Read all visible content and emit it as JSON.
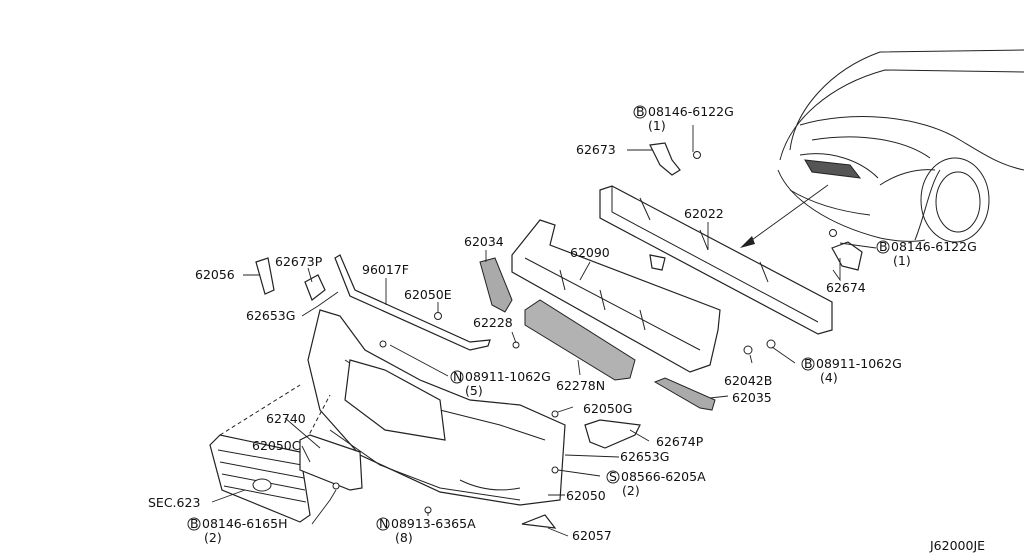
{
  "diagram_code": "J62000JE",
  "parts": [
    {
      "id": "p1",
      "label": "08146-6122G",
      "circled": "B",
      "qty": "(1)"
    },
    {
      "id": "p2",
      "label": "62673"
    },
    {
      "id": "p3",
      "label": "62022"
    },
    {
      "id": "p4",
      "label": "62034"
    },
    {
      "id": "p5",
      "label": "62090"
    },
    {
      "id": "p6",
      "label": "08146-6122G",
      "circled": "B",
      "qty": "(1)"
    },
    {
      "id": "p7",
      "label": "62674"
    },
    {
      "id": "p8",
      "label": "62056"
    },
    {
      "id": "p9",
      "label": "62673P"
    },
    {
      "id": "p10",
      "label": "96017F"
    },
    {
      "id": "p11",
      "label": "62050E"
    },
    {
      "id": "p12",
      "label": "62653G"
    },
    {
      "id": "p13",
      "label": "62228"
    },
    {
      "id": "p14",
      "label": "08911-1062G",
      "circled": "N",
      "qty": "(5)"
    },
    {
      "id": "p15",
      "label": "62278N"
    },
    {
      "id": "p16",
      "label": "62042B"
    },
    {
      "id": "p17",
      "label": "08911-1062G",
      "circled": "B",
      "qty": "(4)"
    },
    {
      "id": "p18",
      "label": "62035"
    },
    {
      "id": "p19",
      "label": "62740"
    },
    {
      "id": "p20",
      "label": "62050G"
    },
    {
      "id": "p21",
      "label": "62050C"
    },
    {
      "id": "p22",
      "label": "62674P"
    },
    {
      "id": "p23",
      "label": "62653G"
    },
    {
      "id": "p24",
      "label": "08566-6205A",
      "circled": "S",
      "qty": "(2)"
    },
    {
      "id": "p25",
      "label": "SEC.623"
    },
    {
      "id": "p26",
      "label": "62050"
    },
    {
      "id": "p27",
      "label": "08146-6165H",
      "circled": "B",
      "qty": "(2)"
    },
    {
      "id": "p28",
      "label": "08913-6365A",
      "circled": "N",
      "qty": "(8)"
    },
    {
      "id": "p29",
      "label": "62057"
    }
  ]
}
